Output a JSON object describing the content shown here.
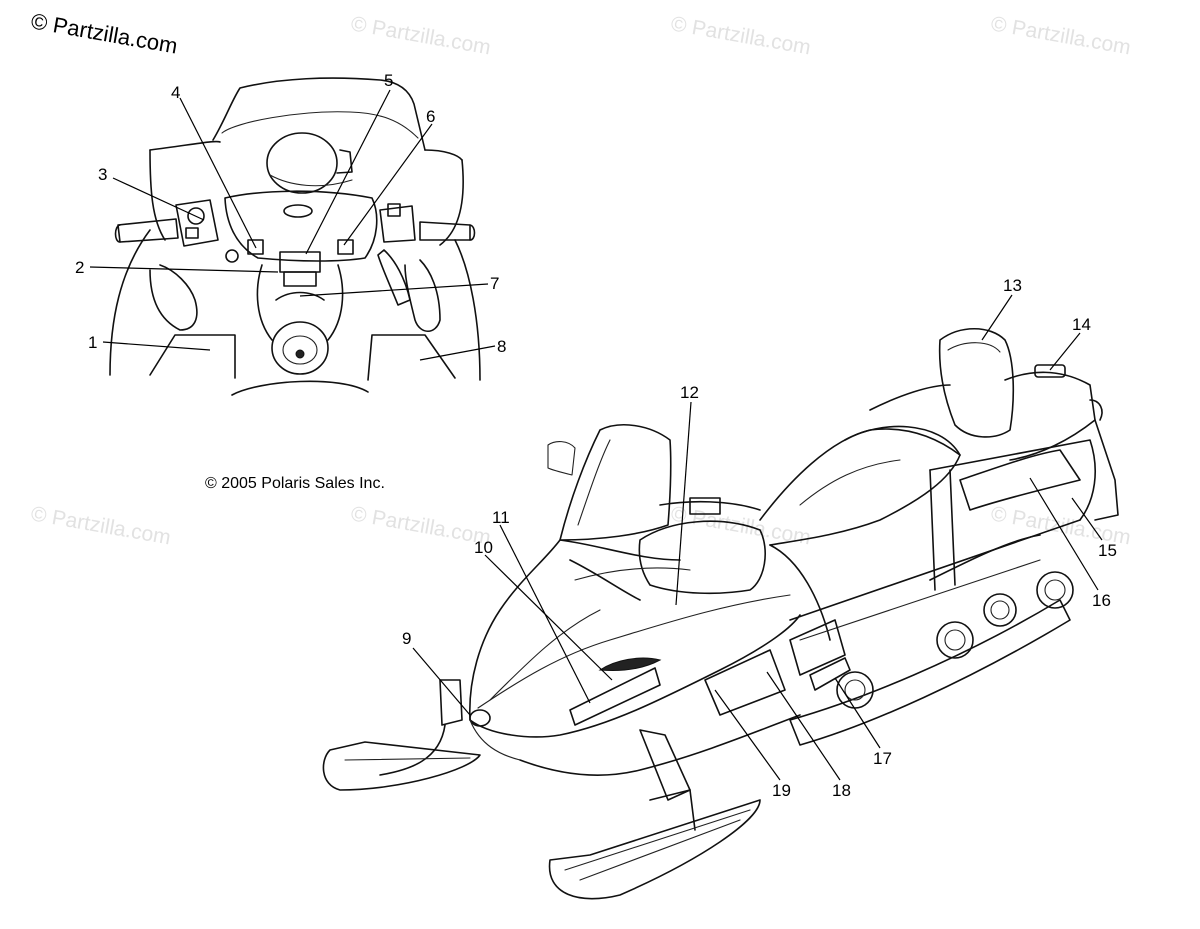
{
  "watermark_primary": "© Partzilla.com",
  "watermark_faint": "© Partzilla.com",
  "copyright": "© 2005 Polaris Sales Inc.",
  "callouts": [
    "1",
    "2",
    "3",
    "4",
    "5",
    "6",
    "7",
    "8",
    "9",
    "10",
    "11",
    "12",
    "13",
    "14",
    "15",
    "16",
    "17",
    "18",
    "19"
  ]
}
